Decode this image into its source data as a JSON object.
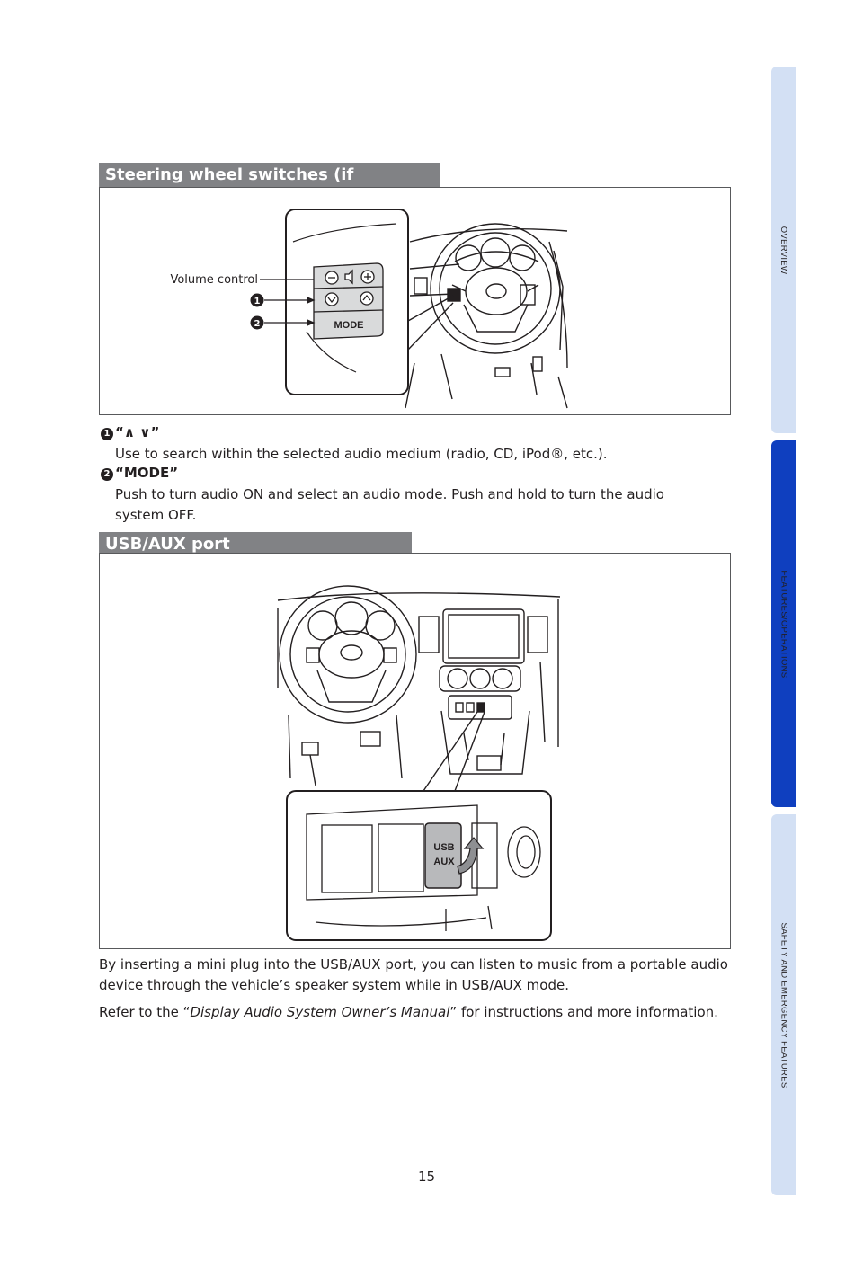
{
  "side_tabs": [
    {
      "label": "OVERVIEW",
      "active": false
    },
    {
      "label": "FEATURES/OPERATIONS",
      "active": true
    },
    {
      "label": "SAFETY AND EMERGENCY FEATURES",
      "active": false
    }
  ],
  "section1": {
    "title": "Steering wheel switches (if equipped)",
    "callout_volume": "Volume control",
    "mode_label": "MODE",
    "callout_1": "1",
    "callout_2": "2"
  },
  "items": [
    {
      "num": "1",
      "title": "“∧ ∨”",
      "text": "Use to search within the selected audio medium (radio, CD, iPod®, etc.)."
    },
    {
      "num": "2",
      "title": "“MODE”",
      "text": "Push to turn audio ON and select an audio mode. Push and hold to turn the audio system OFF."
    }
  ],
  "section2": {
    "title": "USB/AUX port",
    "usb_label": "USB",
    "aux_label": "AUX"
  },
  "paragraphs": {
    "p1": "By inserting a mini plug into the USB/AUX port, you can listen to music from a portable audio device through the vehicle’s speaker system while in USB/AUX mode.",
    "p2_before": "Refer to the “",
    "p2_italic": "Display Audio System Owner’s Manual",
    "p2_after": "” for instructions and more information."
  },
  "page_number": "15"
}
